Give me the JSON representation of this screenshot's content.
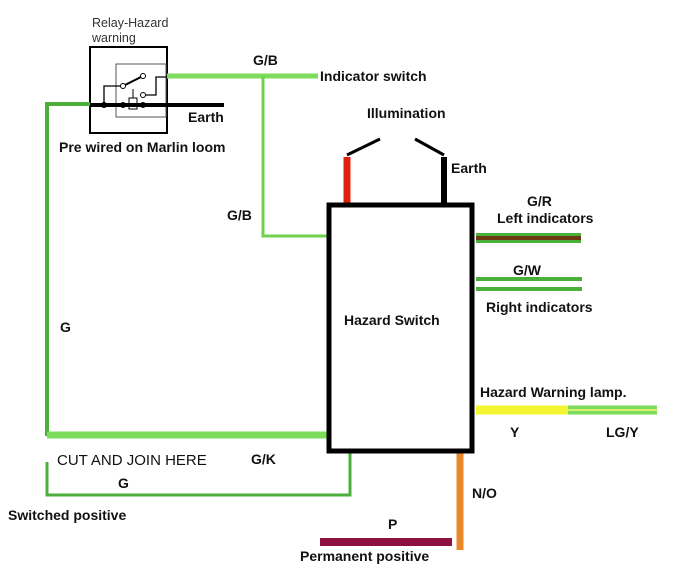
{
  "relay": {
    "title_line1": "Relay-Hazard",
    "title_line2": "warning",
    "note": "Pre wired on Marlin loom",
    "earth": "Earth"
  },
  "switch": {
    "label": "Hazard Switch"
  },
  "illumination": {
    "label": "Illumination",
    "earth": "Earth"
  },
  "wires": {
    "gb_top": "G/B",
    "indicator_switch": "Indicator switch",
    "gb_side": "G/B",
    "gr": "G/R",
    "left_indicators": "Left indicators",
    "gw": "G/W",
    "right_indicators": "Right indicators",
    "hazard_lamp": "Hazard Warning lamp.",
    "y": "Y",
    "lgy": "LG/Y",
    "g_left": "G",
    "cut_join": "CUT AND JOIN HERE",
    "gk": "G/K",
    "g_bottom": "G",
    "switched_positive": "Switched positive",
    "no": "N/O",
    "p": "P",
    "permanent_positive": "Permanent positive"
  },
  "colors": {
    "green": "#4caf3c",
    "light_green": "#7ddc5c",
    "brown": "#6b3a10",
    "red": "#e0200c",
    "yellow": "#f4f430",
    "orange": "#e8882a",
    "purple": "#8c1040",
    "black": "#000000"
  }
}
